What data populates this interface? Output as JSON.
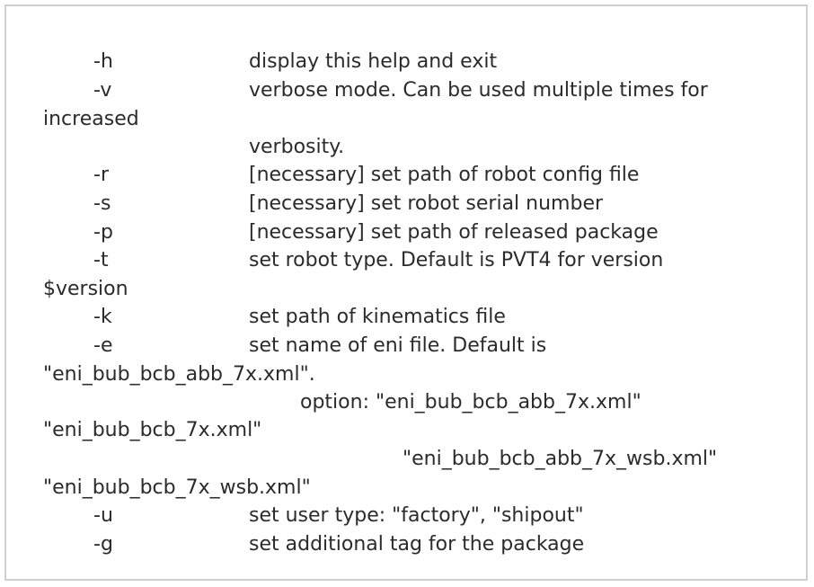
{
  "help_text": {
    "lines": [
      {
        "flag": "-h",
        "desc": "display this help and exit"
      },
      {
        "flag": "-v",
        "desc": "verbose mode. Can be used multiple times for"
      },
      {
        "wrap": "increased"
      },
      {
        "cont": "verbosity."
      },
      {
        "flag": "-r",
        "desc": "[necessary] set path of robot config file"
      },
      {
        "flag": "-s",
        "desc": "[necessary] set robot serial number"
      },
      {
        "flag": "-p",
        "desc": "[necessary] set path of released package"
      },
      {
        "flag": "-t",
        "desc": "set robot type. Default is PVT4 for version"
      },
      {
        "wrap": "$version"
      },
      {
        "flag": "-k",
        "desc": "set path of kinematics file"
      },
      {
        "flag": "-e",
        "desc": "set name of eni file. Default is"
      },
      {
        "wrap": "\"eni_bub_bcb_abb_7x.xml\"."
      },
      {
        "option": "option: \"eni_bub_bcb_abb_7x.xml\""
      },
      {
        "wrap": "\"eni_bub_bcb_7x.xml\""
      },
      {
        "option2": "\"eni_bub_bcb_abb_7x_wsb.xml\""
      },
      {
        "wrap": "\"eni_bub_bcb_7x_wsb.xml\""
      },
      {
        "flag": "-u",
        "desc": "set user type: \"factory\", \"shipout\""
      },
      {
        "flag": "-g",
        "desc": "set additional tag for the package"
      }
    ]
  }
}
